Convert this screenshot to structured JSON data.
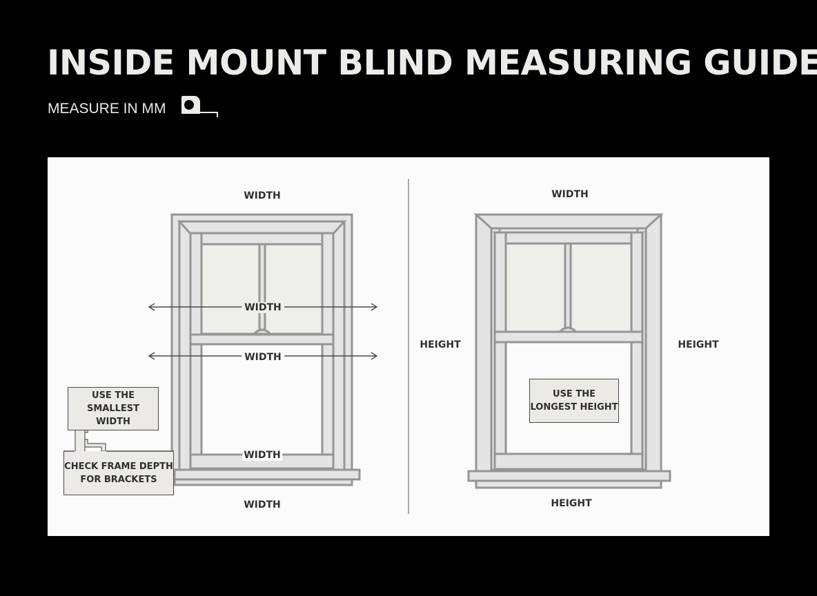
{
  "header": {
    "title": "INSIDE MOUNT BLIND MEASURING GUIDE",
    "subtitle": "MEASURE IN MM",
    "icon": "tape-measure-icon"
  },
  "colors": {
    "background": "#000000",
    "title_text": "#ecebe6",
    "panel": "#fbfbfb",
    "frame_fill": "#e4e4e4",
    "frame_stroke": "#959595",
    "glass": "#eeeeea",
    "label_text": "#2f2f2f",
    "note_fill": "#ebeae6"
  },
  "width_diagram": {
    "top_label": "WIDTH",
    "upper_arrow_label": "WIDTH",
    "middle_arrow_label": "WIDTH",
    "sill_label": "WIDTH",
    "bottom_label": "WIDTH",
    "note_smallest": {
      "line1": "USE THE",
      "line2": "SMALLEST WIDTH"
    },
    "note_depth": {
      "line1": "CHECK FRAME DEPTH",
      "line2": "FOR BRACKETS"
    }
  },
  "height_diagram": {
    "top_label": "WIDTH",
    "left_label": "HEIGHT",
    "right_label": "HEIGHT",
    "bottom_label": "HEIGHT",
    "note_longest": {
      "line1": "USE THE",
      "line2": "LONGEST HEIGHT"
    }
  }
}
